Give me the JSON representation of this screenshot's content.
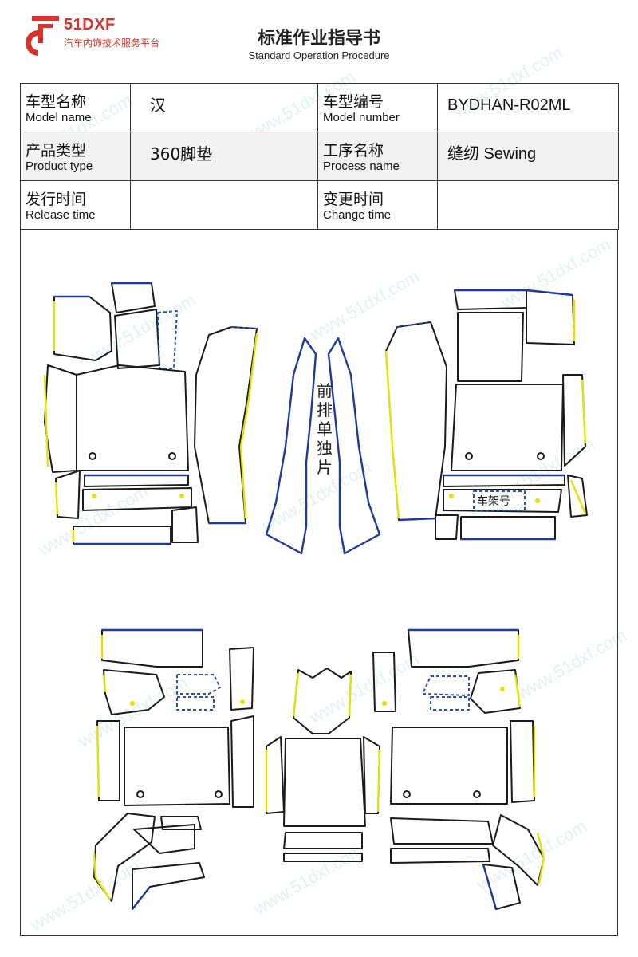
{
  "header": {
    "logo_brand": "51DXF",
    "logo_subtitle": "汽车内饰技术服务平台",
    "title": "标准作业指导书",
    "subtitle": "Standard Operation Procedure"
  },
  "info_table": {
    "rows": [
      [
        {
          "label_cn": "车型名称",
          "label_en": "Model name",
          "value": "汉"
        },
        {
          "label_cn": "车型编号",
          "label_en": "Model number",
          "value": "BYDHAN-R02ML"
        }
      ],
      [
        {
          "label_cn": "产品类型",
          "label_en": "Product type",
          "value": "360脚垫"
        },
        {
          "label_cn": "工序名称",
          "label_en": "Process name",
          "value": "缝纫 Sewing"
        }
      ],
      [
        {
          "label_cn": "发行时间",
          "label_en": "Release time",
          "value": ""
        },
        {
          "label_cn": "变更时间",
          "label_en": "Change time",
          "value": ""
        }
      ]
    ]
  },
  "drawing": {
    "callout_front_single": "前排单独片",
    "callout_frame_number": "车架号",
    "colors": {
      "outline": "#1a1a1a",
      "edge_blue": "#1f3a9a",
      "edge_yellow": "#e6e200",
      "dashed": "#2a4fae"
    }
  },
  "watermark": "www.51dxf.com",
  "logo_colors": {
    "brand": "#d8332a"
  }
}
